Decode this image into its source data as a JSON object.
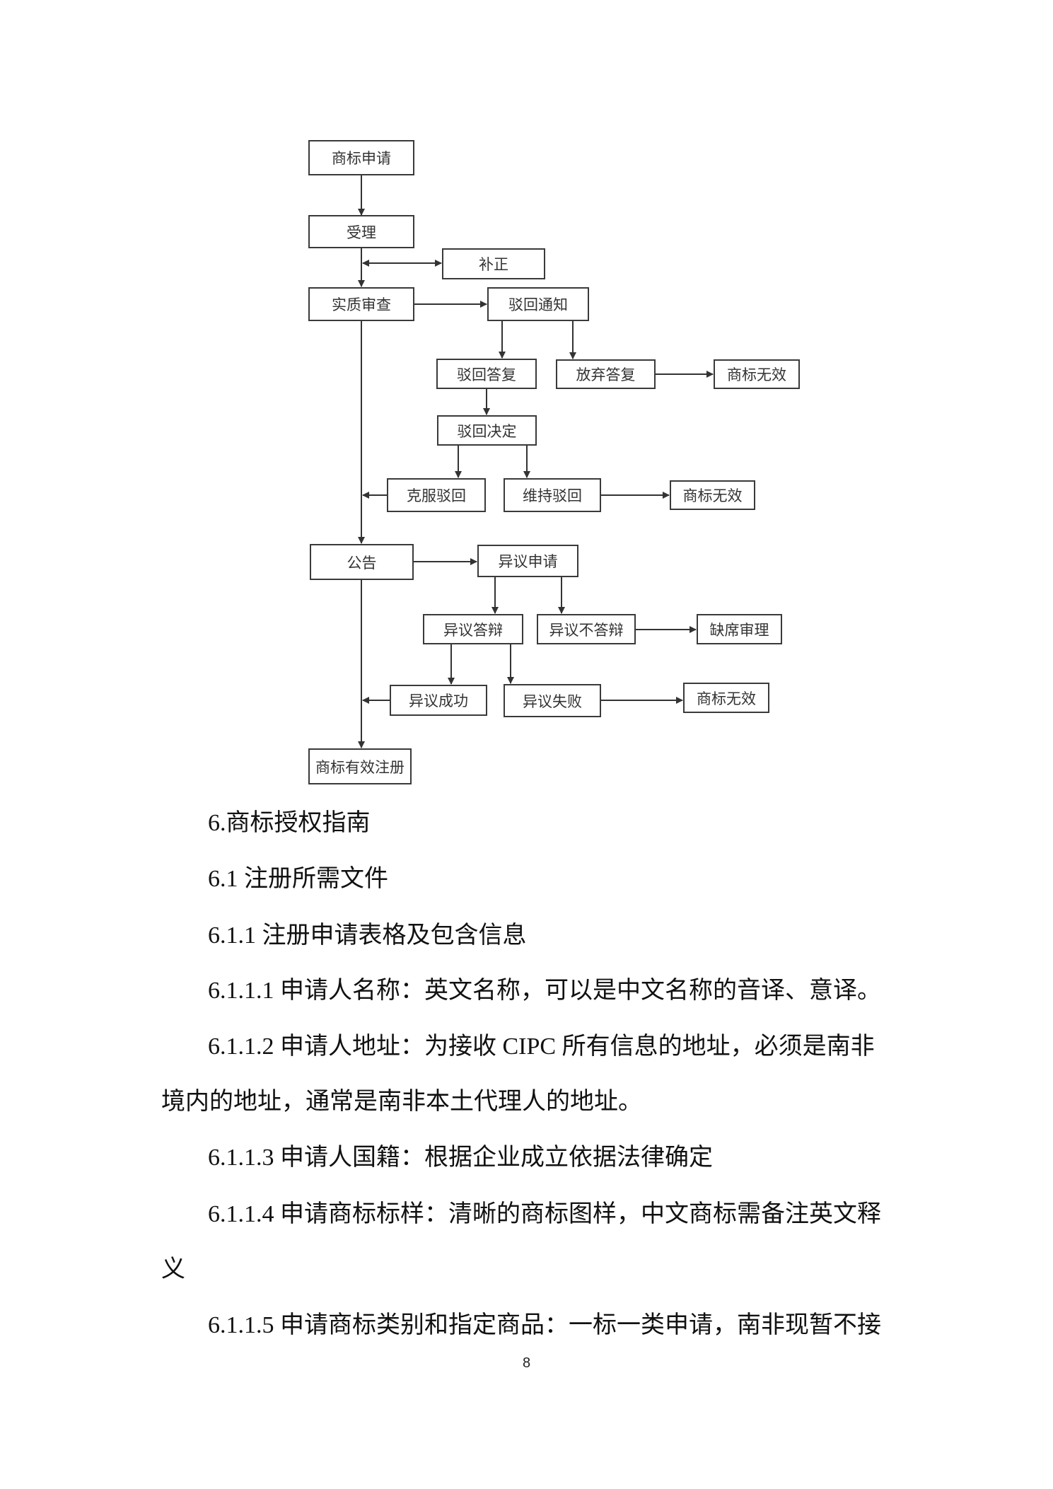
{
  "flowchart": {
    "nodes": {
      "apply": "商标申请",
      "accept": "受理",
      "correct": "补正",
      "exam": "实质审查",
      "reject_notice": "驳回通知",
      "reject_reply": "驳回答复",
      "abandon_reply": "放弃答复",
      "invalid1": "商标无效",
      "reject_decision": "驳回决定",
      "overcome": "克服驳回",
      "maintain": "维持驳回",
      "invalid2": "商标无效",
      "announce": "公告",
      "opp_apply": "异议申请",
      "opp_defend": "异议答辩",
      "opp_nodefend": "异议不答辩",
      "absent": "缺席审理",
      "opp_success": "异议成功",
      "opp_fail": "异议失败",
      "invalid3": "商标无效",
      "registered": "商标有效注册"
    }
  },
  "text": {
    "lines": [
      "6.商标授权指南",
      "6.1 注册所需文件",
      "6.1.1 注册申请表格及包含信息",
      "6.1.1.1  申请人名称：英文名称，可以是中文名称的音译、意译。",
      "6.1.1.2 申请人地址：为接收 CIPC 所有信息的地址，必须是南非",
      "境内的地址，通常是南非本土代理人的地址。",
      "6.1.1.3 申请人国籍：根据企业成立依据法律确定",
      "6.1.1.4 申请商标标样：清晰的商标图样，中文商标需备注英文释",
      "义",
      "6.1.1.5 申请商标类别和指定商品：一标一类申请，南非现暂不接"
    ]
  },
  "page_number": "8"
}
